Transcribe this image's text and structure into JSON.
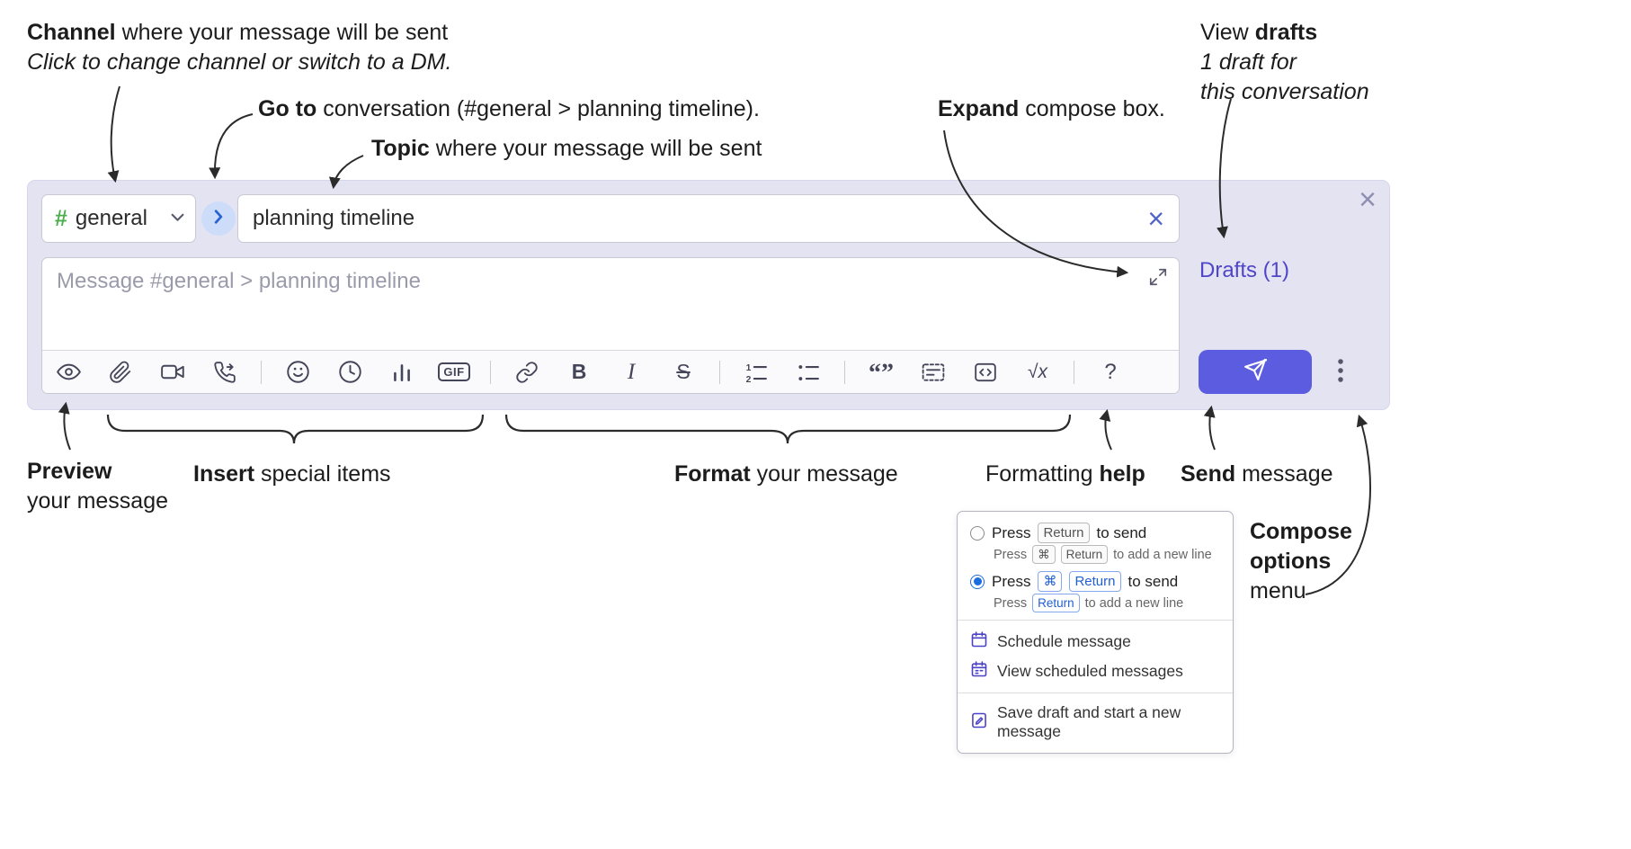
{
  "annotations": {
    "channel": {
      "bold": "Channel",
      "rest": " where your message will be sent",
      "line2": "Click to change channel or switch to a DM."
    },
    "goto": {
      "bold": "Go to",
      "rest": " conversation (#general > planning timeline)."
    },
    "topic": {
      "bold": "Topic",
      "rest": " where your message will be sent"
    },
    "expand": {
      "bold": "Expand",
      "rest": " compose box."
    },
    "view_drafts": {
      "pre": "View ",
      "bold": "drafts",
      "line2": "1 draft for",
      "line3": "this conversation"
    },
    "preview": {
      "bold": "Preview",
      "line2": "your message"
    },
    "insert": {
      "bold": "Insert",
      "rest": " special items"
    },
    "format": {
      "bold": "Format",
      "rest": " your message"
    },
    "help": {
      "pre": "Formatting ",
      "bold": "help"
    },
    "send": {
      "bold": "Send",
      "rest": " message"
    },
    "compose_options": {
      "bold1": "Compose",
      "bold2": "options",
      "rest": "menu"
    }
  },
  "compose": {
    "channel_hash": "#",
    "channel_name": "general",
    "topic_value": "planning timeline",
    "clear_topic_icon": "×",
    "close_icon": "×",
    "message_placeholder": "Message #general > planning timeline",
    "drafts_label": "Drafts (1)"
  },
  "toolbar": {
    "gif_label": "GIF",
    "bold_label": "B",
    "italic_label": "I",
    "strike_label": "S",
    "math_label": "√x",
    "help_label": "?",
    "icon_names": [
      "preview",
      "attach-file",
      "start-video-call",
      "start-voice-call",
      "emoji",
      "add-global-time",
      "add-poll",
      "add-gif",
      "link",
      "bold",
      "italic",
      "strikethrough",
      "numbered-list",
      "bulleted-list",
      "quote",
      "spoiler",
      "code",
      "math",
      "message-formatting-help"
    ]
  },
  "options_menu": {
    "option1": {
      "press": "Press",
      "key": "Return",
      "suffix": "to send",
      "sub_press": "Press",
      "sub_key1": "⌘",
      "sub_key2": "Return",
      "sub_suffix": "to add a new line"
    },
    "option2": {
      "press": "Press",
      "key1": "⌘",
      "key2": "Return",
      "suffix": "to send",
      "sub_press": "Press",
      "sub_key": "Return",
      "sub_suffix": "to add a new line"
    },
    "schedule": "Schedule message",
    "view_scheduled": "View scheduled messages",
    "save_draft": "Save draft and start a new message"
  },
  "colors": {
    "compose_bg": "#e3e3f2",
    "send_button": "#5b5ce0",
    "drafts_link": "#4f45c9",
    "channel_hash_green": "#4cae4c",
    "radio_selected": "#1a6ce0"
  }
}
